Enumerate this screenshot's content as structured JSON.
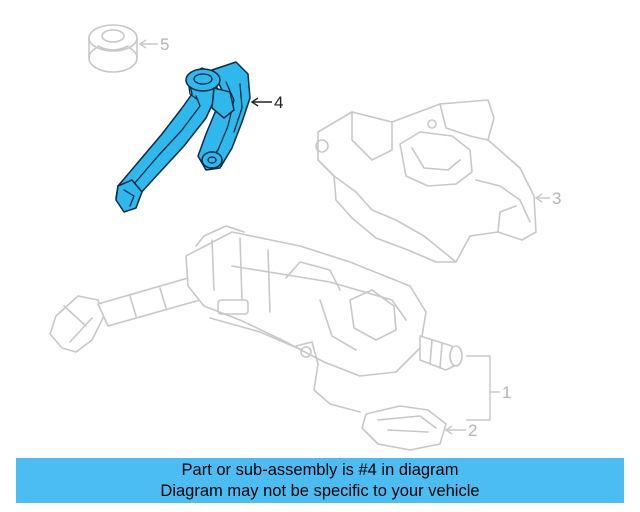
{
  "diagram": {
    "callouts": [
      {
        "id": "1",
        "label": "1",
        "active": false
      },
      {
        "id": "2",
        "label": "2",
        "active": false
      },
      {
        "id": "3",
        "label": "3",
        "active": false
      },
      {
        "id": "4",
        "label": "4",
        "active": true
      },
      {
        "id": "5",
        "label": "5",
        "active": false
      }
    ],
    "colors": {
      "highlight": "#2fb8ec",
      "outline": "#0e2a44",
      "ghost": "#c8c8c8",
      "banner": "#4bbdf3"
    }
  },
  "banner": {
    "line1": "Part or sub-assembly is #4 in diagram",
    "line2": "Diagram may not be specific to your vehicle"
  }
}
